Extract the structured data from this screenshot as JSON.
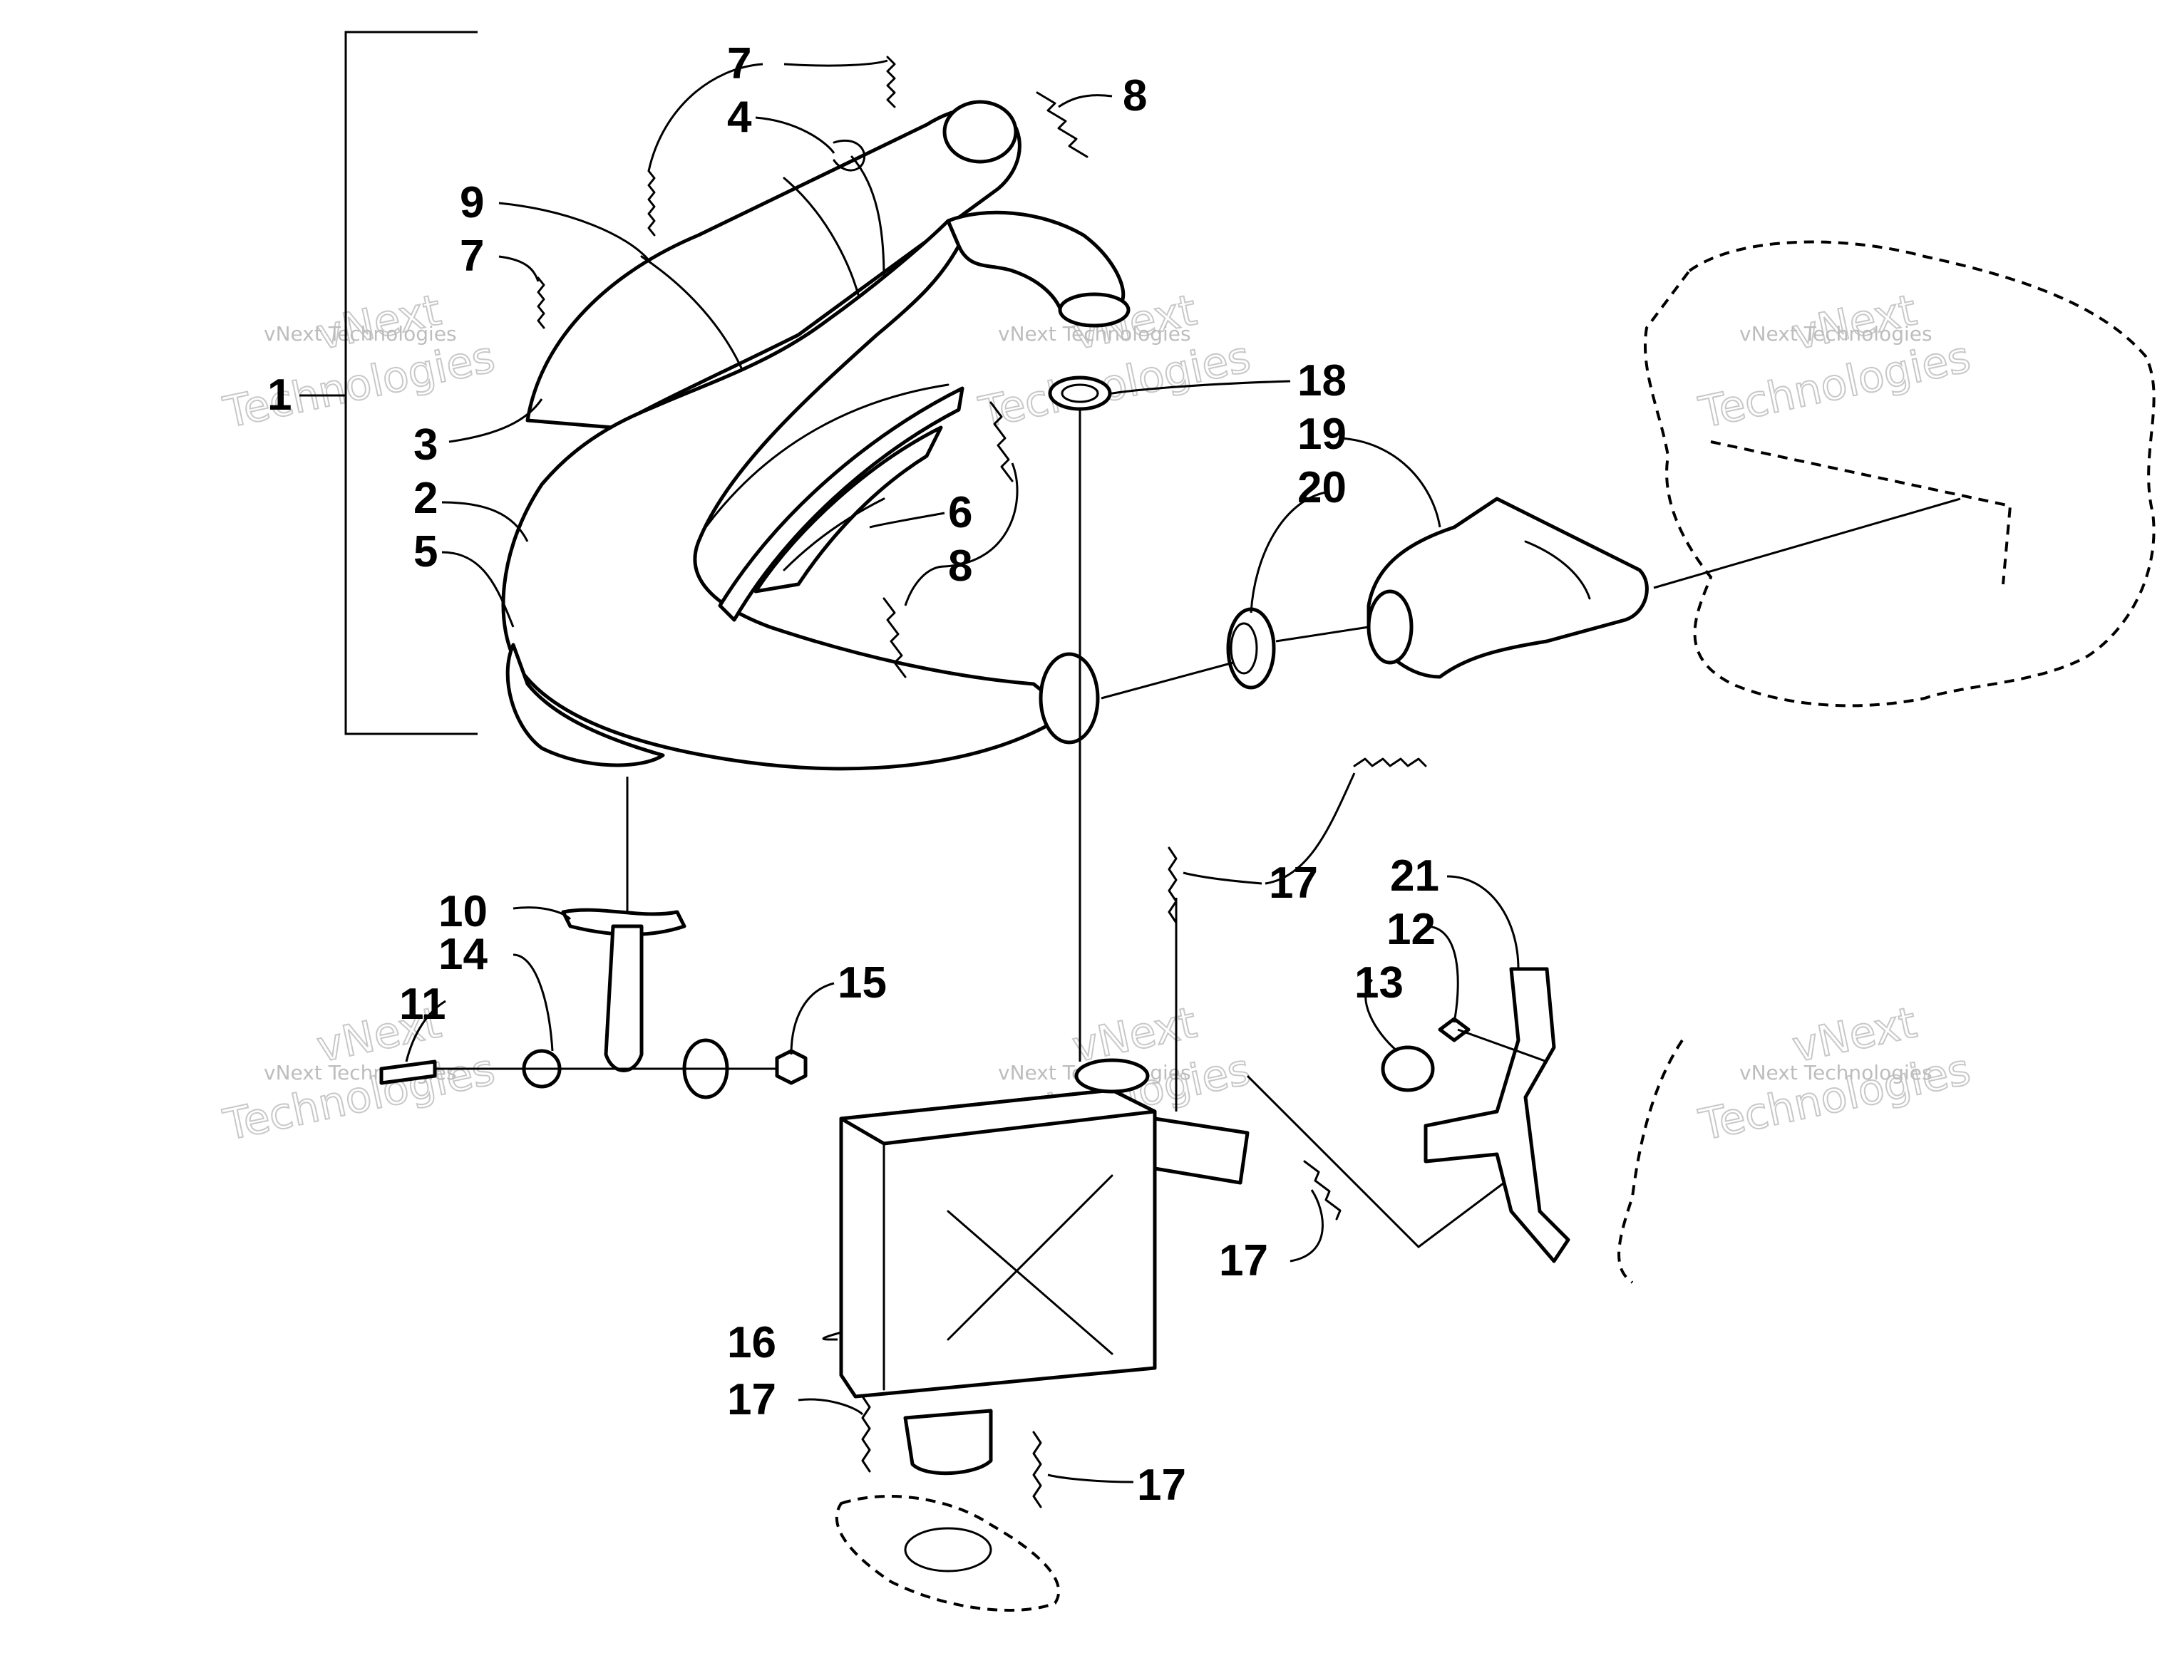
{
  "diagram": {
    "callouts": [
      "1",
      "2",
      "3",
      "4",
      "5",
      "6",
      "7",
      "7",
      "8",
      "8",
      "8",
      "9",
      "10",
      "11",
      "12",
      "13",
      "14",
      "15",
      "16",
      "17",
      "17",
      "17",
      "17",
      "18",
      "19",
      "20",
      "21"
    ],
    "watermark": {
      "small": "vNext Technologies",
      "big_top": "vNext",
      "big_bottom": "Technologies"
    }
  }
}
